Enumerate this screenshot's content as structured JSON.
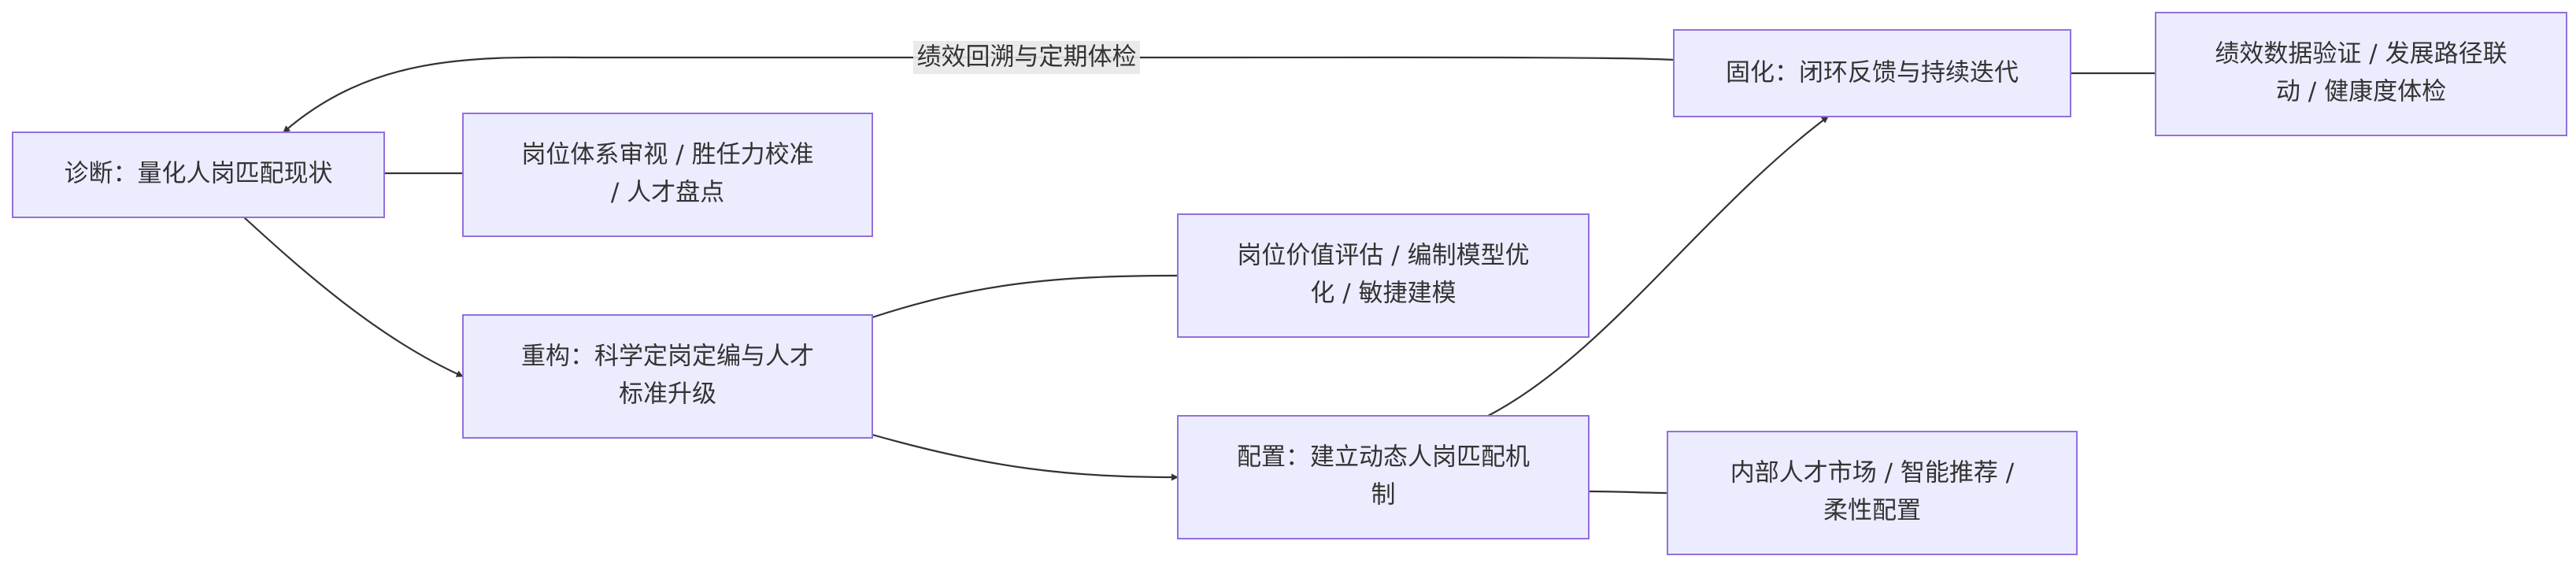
{
  "nodes": {
    "diagnose": [
      "诊断：量化人岗匹配现状"
    ],
    "review": [
      "岗位体系审视 / 胜任力校准",
      "/ 人才盘点"
    ],
    "rebuild": [
      "重构：科学定岗定编与人才",
      "标准升级"
    ],
    "evaluate": [
      "岗位价值评估 / 编制模型优",
      "化 / 敏捷建模"
    ],
    "configure": [
      "配置：建立动态人岗匹配机",
      "制"
    ],
    "market": [
      "内部人才市场 / 智能推荐 /",
      "柔性配置"
    ],
    "solidify": [
      "固化：闭环反馈与持续迭代"
    ],
    "verify": [
      "绩效数据验证 / 发展路径联",
      "动 / 健康度体检"
    ]
  },
  "edge_labels": {
    "solidify_to_diagnose": "绩效回溯与定期体检"
  },
  "colors": {
    "node_fill": "#ECECFF",
    "node_stroke": "#9370DB",
    "edge": "#333333",
    "text": "#333333"
  }
}
